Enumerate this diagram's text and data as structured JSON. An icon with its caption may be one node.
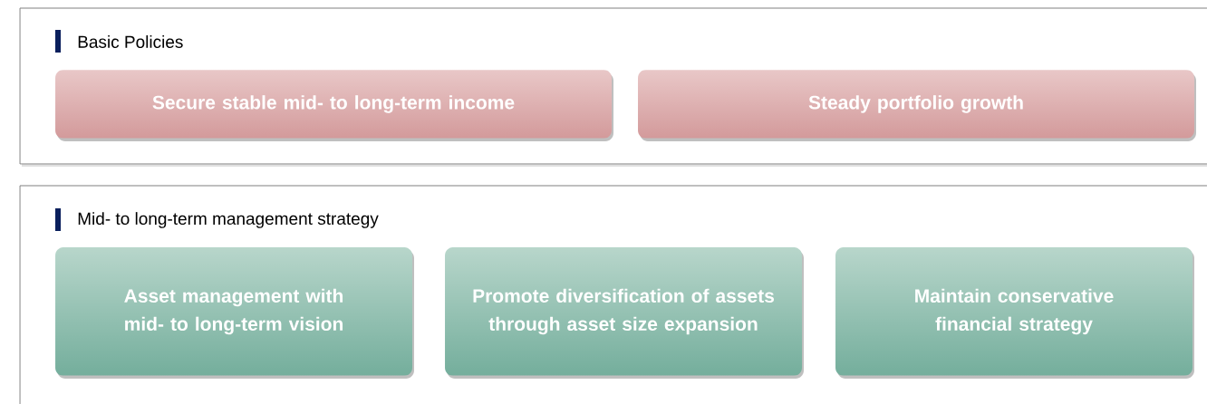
{
  "diagram": {
    "nodes": [
      {
        "text": [
          "Basic Policies"
        ]
      },
      {
        "text": [
          "Secure stable mid- to long-term income"
        ],
        "in": 0
      },
      {
        "text": [
          "Steady portfolio growth"
        ],
        "in": 0
      },
      {
        "text": [
          "Mid- to long-term management strategy"
        ]
      },
      {
        "text": [
          "Asset management with mid- to long-term vision"
        ],
        "in": 3
      },
      {
        "text": [
          "Promote diversification of assets through asset size expansion"
        ],
        "in": 3
      },
      {
        "text": [
          "Maintain conservative financial strategy"
        ],
        "in": 3
      }
    ]
  }
}
